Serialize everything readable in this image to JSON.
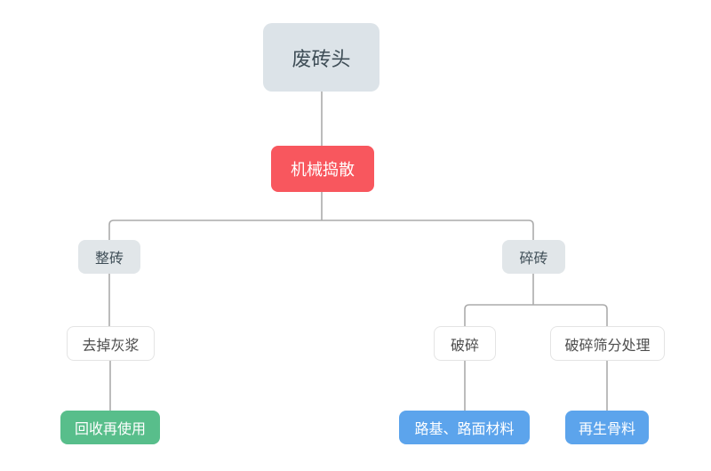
{
  "diagram": {
    "type": "flowchart",
    "background": "#ffffff",
    "line_color": "#ababab",
    "nodes": {
      "root": {
        "label": "废砖头",
        "color": "#dce3e8",
        "text_color": "#3f4e57"
      },
      "machine_break": {
        "label": "机械捣散",
        "color": "#f8575e",
        "text_color": "#ffffff"
      },
      "whole_brick": {
        "label": "整砖",
        "color": "#e1e6e9",
        "text_color": "#3f4e57"
      },
      "broken_brick": {
        "label": "碎砖",
        "color": "#e1e6e9",
        "text_color": "#3f4e57"
      },
      "remove_mortar": {
        "label": "去掉灰浆",
        "color": "#ffffff",
        "text_color": "#4d4d4d"
      },
      "crush": {
        "label": "破碎",
        "color": "#ffffff",
        "text_color": "#4d4d4d"
      },
      "crush_screen": {
        "label": "破碎筛分处理",
        "color": "#ffffff",
        "text_color": "#4d4d4d"
      },
      "recycle_reuse": {
        "label": "回收再使用",
        "color": "#58be8b",
        "text_color": "#ffffff"
      },
      "road_material": {
        "label": "路基、路面材料",
        "color": "#5ca4ec",
        "text_color": "#ffffff"
      },
      "recycled_aggregate": {
        "label": "再生骨料",
        "color": "#5ca4ec",
        "text_color": "#ffffff"
      }
    },
    "edges": [
      {
        "from": "root",
        "to": "machine_break"
      },
      {
        "from": "machine_break",
        "to": "whole_brick"
      },
      {
        "from": "machine_break",
        "to": "broken_brick"
      },
      {
        "from": "whole_brick",
        "to": "remove_mortar"
      },
      {
        "from": "remove_mortar",
        "to": "recycle_reuse"
      },
      {
        "from": "broken_brick",
        "to": "crush"
      },
      {
        "from": "broken_brick",
        "to": "crush_screen"
      },
      {
        "from": "crush",
        "to": "road_material"
      },
      {
        "from": "crush_screen",
        "to": "recycled_aggregate"
      }
    ]
  }
}
